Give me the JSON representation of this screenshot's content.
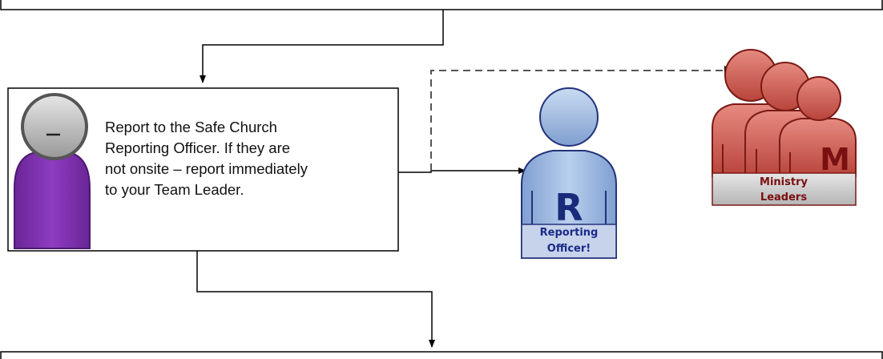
{
  "step_box": {
    "lines": [
      "Report to the Safe Church",
      "Reporting Officer.  If they are",
      "not onsite – report immediately",
      "to your Team Leader."
    ]
  },
  "reporter_figure": {
    "icon": "person-icon",
    "colors": {
      "head": "#a8a8a8",
      "body": "#7b2fa8"
    }
  },
  "reporting_officer": {
    "icon": "person-icon",
    "letter": "R",
    "label_line1": "Reporting",
    "label_line2": "Officer!",
    "colors": {
      "head": "#8fb0dd",
      "body": "#8fb0dd",
      "letter": "#1a2a7a",
      "label": "#1a2a8a"
    }
  },
  "ministry_leaders": {
    "icon": "group-icon",
    "letter": "M",
    "label_line1": "Ministry",
    "label_line2": "Leaders",
    "colors": {
      "figure": "#c9534a",
      "letter": "#7a1010",
      "label": "#7a1010"
    }
  }
}
